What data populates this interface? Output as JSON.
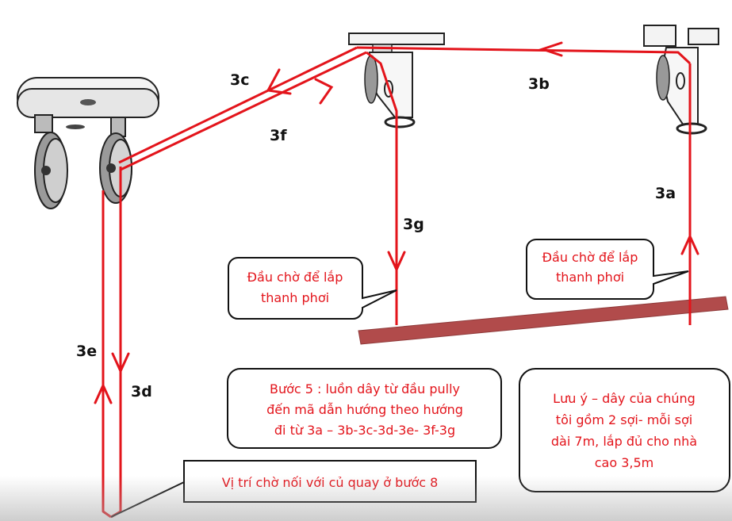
{
  "colors": {
    "rope": "#e3141b",
    "bar": "#b14b4b",
    "callout_text": "#e3141b",
    "outline": "#111111"
  },
  "labels": {
    "l3a": "3a",
    "l3b": "3b",
    "l3c": "3c",
    "l3d": "3d",
    "l3e": "3e",
    "l3f": "3f",
    "l3g": "3g"
  },
  "callouts": {
    "waiting_left": [
      "Đầu chờ để lắp",
      "thanh phơi"
    ],
    "waiting_right": [
      "Đầu chờ để lắp",
      "thanh phơi"
    ],
    "step5": [
      "Bước 5 : luồn dây từ đầu pully",
      "đến mã dẫn hướng theo hướng",
      "đi từ 3a – 3b-3c-3d-3e- 3f-3g"
    ],
    "note": [
      "Lưu ý – dây của chúng",
      "tôi gồm 2 sợi- mỗi sợi",
      "dài 7m, lắp đủ cho nhà",
      "cao 3,5m"
    ],
    "crank": [
      "Vị trí chờ nối với củ quay ở bước 8"
    ]
  }
}
